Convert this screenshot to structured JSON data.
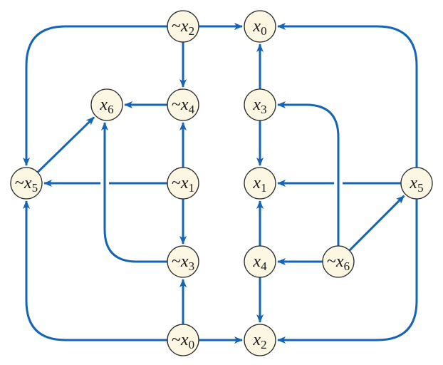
{
  "diagram": {
    "colors": {
      "edge": "#1565b5",
      "node_fill": "#fcf7e2",
      "node_stroke": "#2a2a2a"
    },
    "nodes": [
      {
        "id": "nx2",
        "prefix": "~",
        "var": "x",
        "sub": "2"
      },
      {
        "id": "x0",
        "prefix": "",
        "var": "x",
        "sub": "0"
      },
      {
        "id": "x6",
        "prefix": "",
        "var": "x",
        "sub": "6"
      },
      {
        "id": "nx4",
        "prefix": "~",
        "var": "x",
        "sub": "4"
      },
      {
        "id": "x3",
        "prefix": "",
        "var": "x",
        "sub": "3"
      },
      {
        "id": "nx5",
        "prefix": "~",
        "var": "x",
        "sub": "5"
      },
      {
        "id": "nx1",
        "prefix": "~",
        "var": "x",
        "sub": "1"
      },
      {
        "id": "x1",
        "prefix": "",
        "var": "x",
        "sub": "1"
      },
      {
        "id": "x5",
        "prefix": "",
        "var": "x",
        "sub": "5"
      },
      {
        "id": "nx3",
        "prefix": "~",
        "var": "x",
        "sub": "3"
      },
      {
        "id": "x4",
        "prefix": "",
        "var": "x",
        "sub": "4"
      },
      {
        "id": "nx6",
        "prefix": "~",
        "var": "x",
        "sub": "6"
      },
      {
        "id": "nx0",
        "prefix": "~",
        "var": "x",
        "sub": "0"
      },
      {
        "id": "x2",
        "prefix": "",
        "var": "x",
        "sub": "2"
      }
    ],
    "edges": [
      {
        "from": "nx2",
        "to": "x0"
      },
      {
        "from": "nx2",
        "to": "nx4"
      },
      {
        "from": "nx2",
        "to": "nx5"
      },
      {
        "from": "nx4",
        "to": "x6"
      },
      {
        "from": "nx1",
        "to": "nx4"
      },
      {
        "from": "nx1",
        "to": "nx3"
      },
      {
        "from": "nx1",
        "to": "nx5"
      },
      {
        "from": "nx5",
        "to": "x6"
      },
      {
        "from": "nx3",
        "to": "x6"
      },
      {
        "from": "nx0",
        "to": "nx3"
      },
      {
        "from": "nx0",
        "to": "x2"
      },
      {
        "from": "nx0",
        "to": "nx5"
      },
      {
        "from": "x3",
        "to": "x0"
      },
      {
        "from": "x3",
        "to": "x1"
      },
      {
        "from": "x4",
        "to": "x1"
      },
      {
        "from": "x4",
        "to": "x2"
      },
      {
        "from": "nx6",
        "to": "x4"
      },
      {
        "from": "nx6",
        "to": "x5"
      },
      {
        "from": "nx6",
        "to": "x3"
      },
      {
        "from": "x5",
        "to": "x1"
      },
      {
        "from": "x5",
        "to": "x0"
      },
      {
        "from": "x5",
        "to": "x2"
      }
    ]
  }
}
